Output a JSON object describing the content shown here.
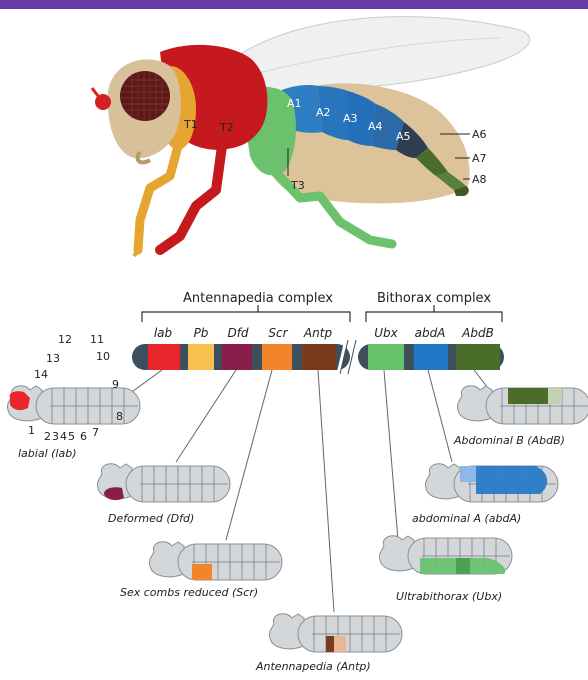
{
  "fly": {
    "segments_thorax": [
      "T1",
      "T2",
      "T3"
    ],
    "segments_abdomen": [
      "A1",
      "A2",
      "A3",
      "A4",
      "A5",
      "A6",
      "A7",
      "A8"
    ]
  },
  "complexes": {
    "antennapedia": "Antennapedia complex",
    "bithorax": "Bithorax complex"
  },
  "genes": [
    {
      "symbol": "lab",
      "color": "#e8262b"
    },
    {
      "symbol": "Pb",
      "color": "#f6c14e"
    },
    {
      "symbol": "Dfd",
      "color": "#8a1e4a"
    },
    {
      "symbol": "Scr",
      "color": "#f2842a"
    },
    {
      "symbol": "Antp",
      "color": "#7a3a1e"
    },
    {
      "symbol": "Ubx",
      "color": "#66c16b"
    },
    {
      "symbol": "abdA",
      "color": "#1f78c8"
    },
    {
      "symbol": "AbdB",
      "color": "#4a6e2a"
    }
  ],
  "embryo_numbers": [
    "1",
    "2",
    "3",
    "4",
    "5",
    "6",
    "7",
    "8",
    "9",
    "10",
    "11",
    "12",
    "13",
    "14"
  ],
  "captions": {
    "lab": "labial (lab)",
    "dfd": "Deformed (Dfd)",
    "scr": "Sex combs reduced (Scr)",
    "antp": "Antennapedia (Antp)",
    "ubx": "Ultrabithorax (Ubx)",
    "abda": "abdominal A (abdA)",
    "abdb": "Abdominal B (AbdB)"
  }
}
